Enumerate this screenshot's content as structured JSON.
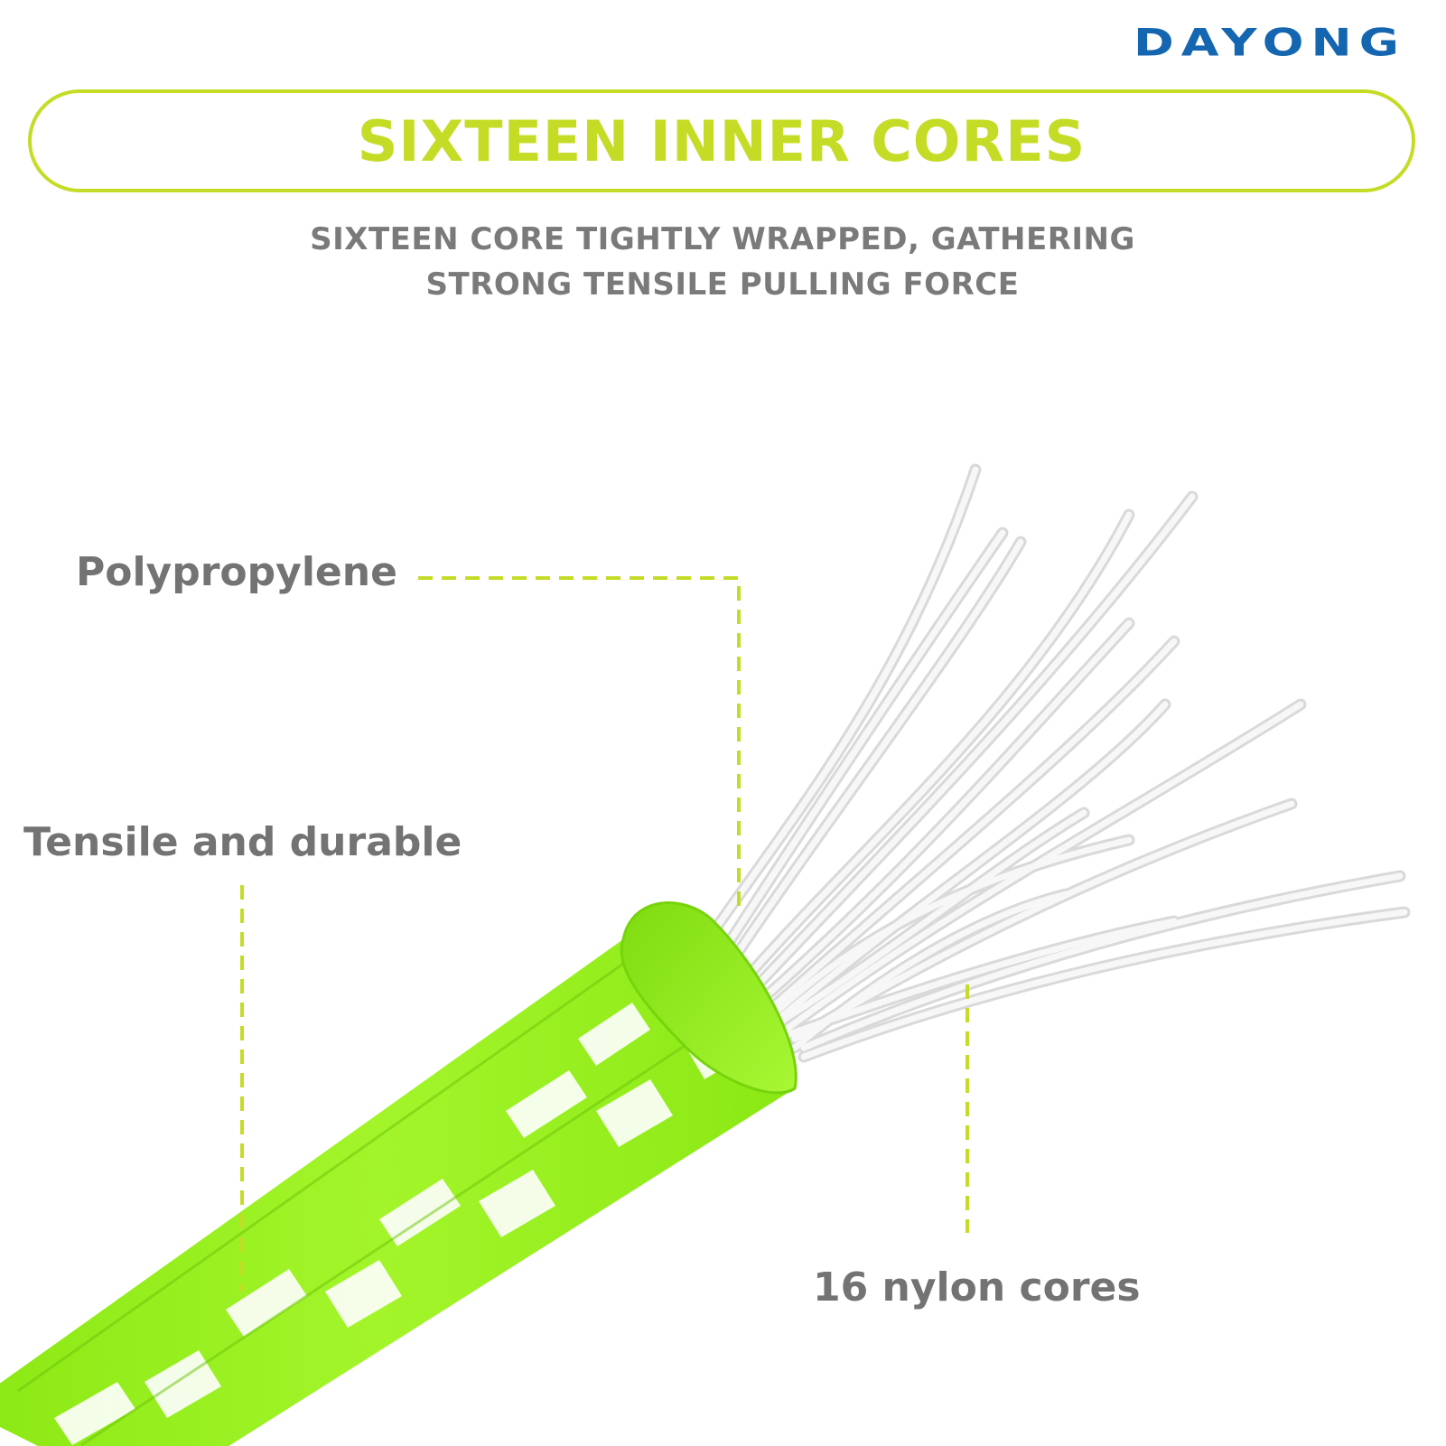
{
  "brand": {
    "name": "DAYONG",
    "color": "#1466b0"
  },
  "title": "SIXTEEN INNER CORES",
  "subtitle": {
    "line1": "SIXTEEN CORE TIGHTLY WRAPPED, GATHERING",
    "line2": "STRONG TENSILE PULLING FORCE"
  },
  "callouts": {
    "material": "Polypropylene",
    "property": "Tensile and durable",
    "cores": "16 nylon cores"
  },
  "colors": {
    "accent": "#c5dc27",
    "rope_green": "#96f01e",
    "text_gray": "#737373",
    "fiber_white": "#f2f2f2"
  }
}
